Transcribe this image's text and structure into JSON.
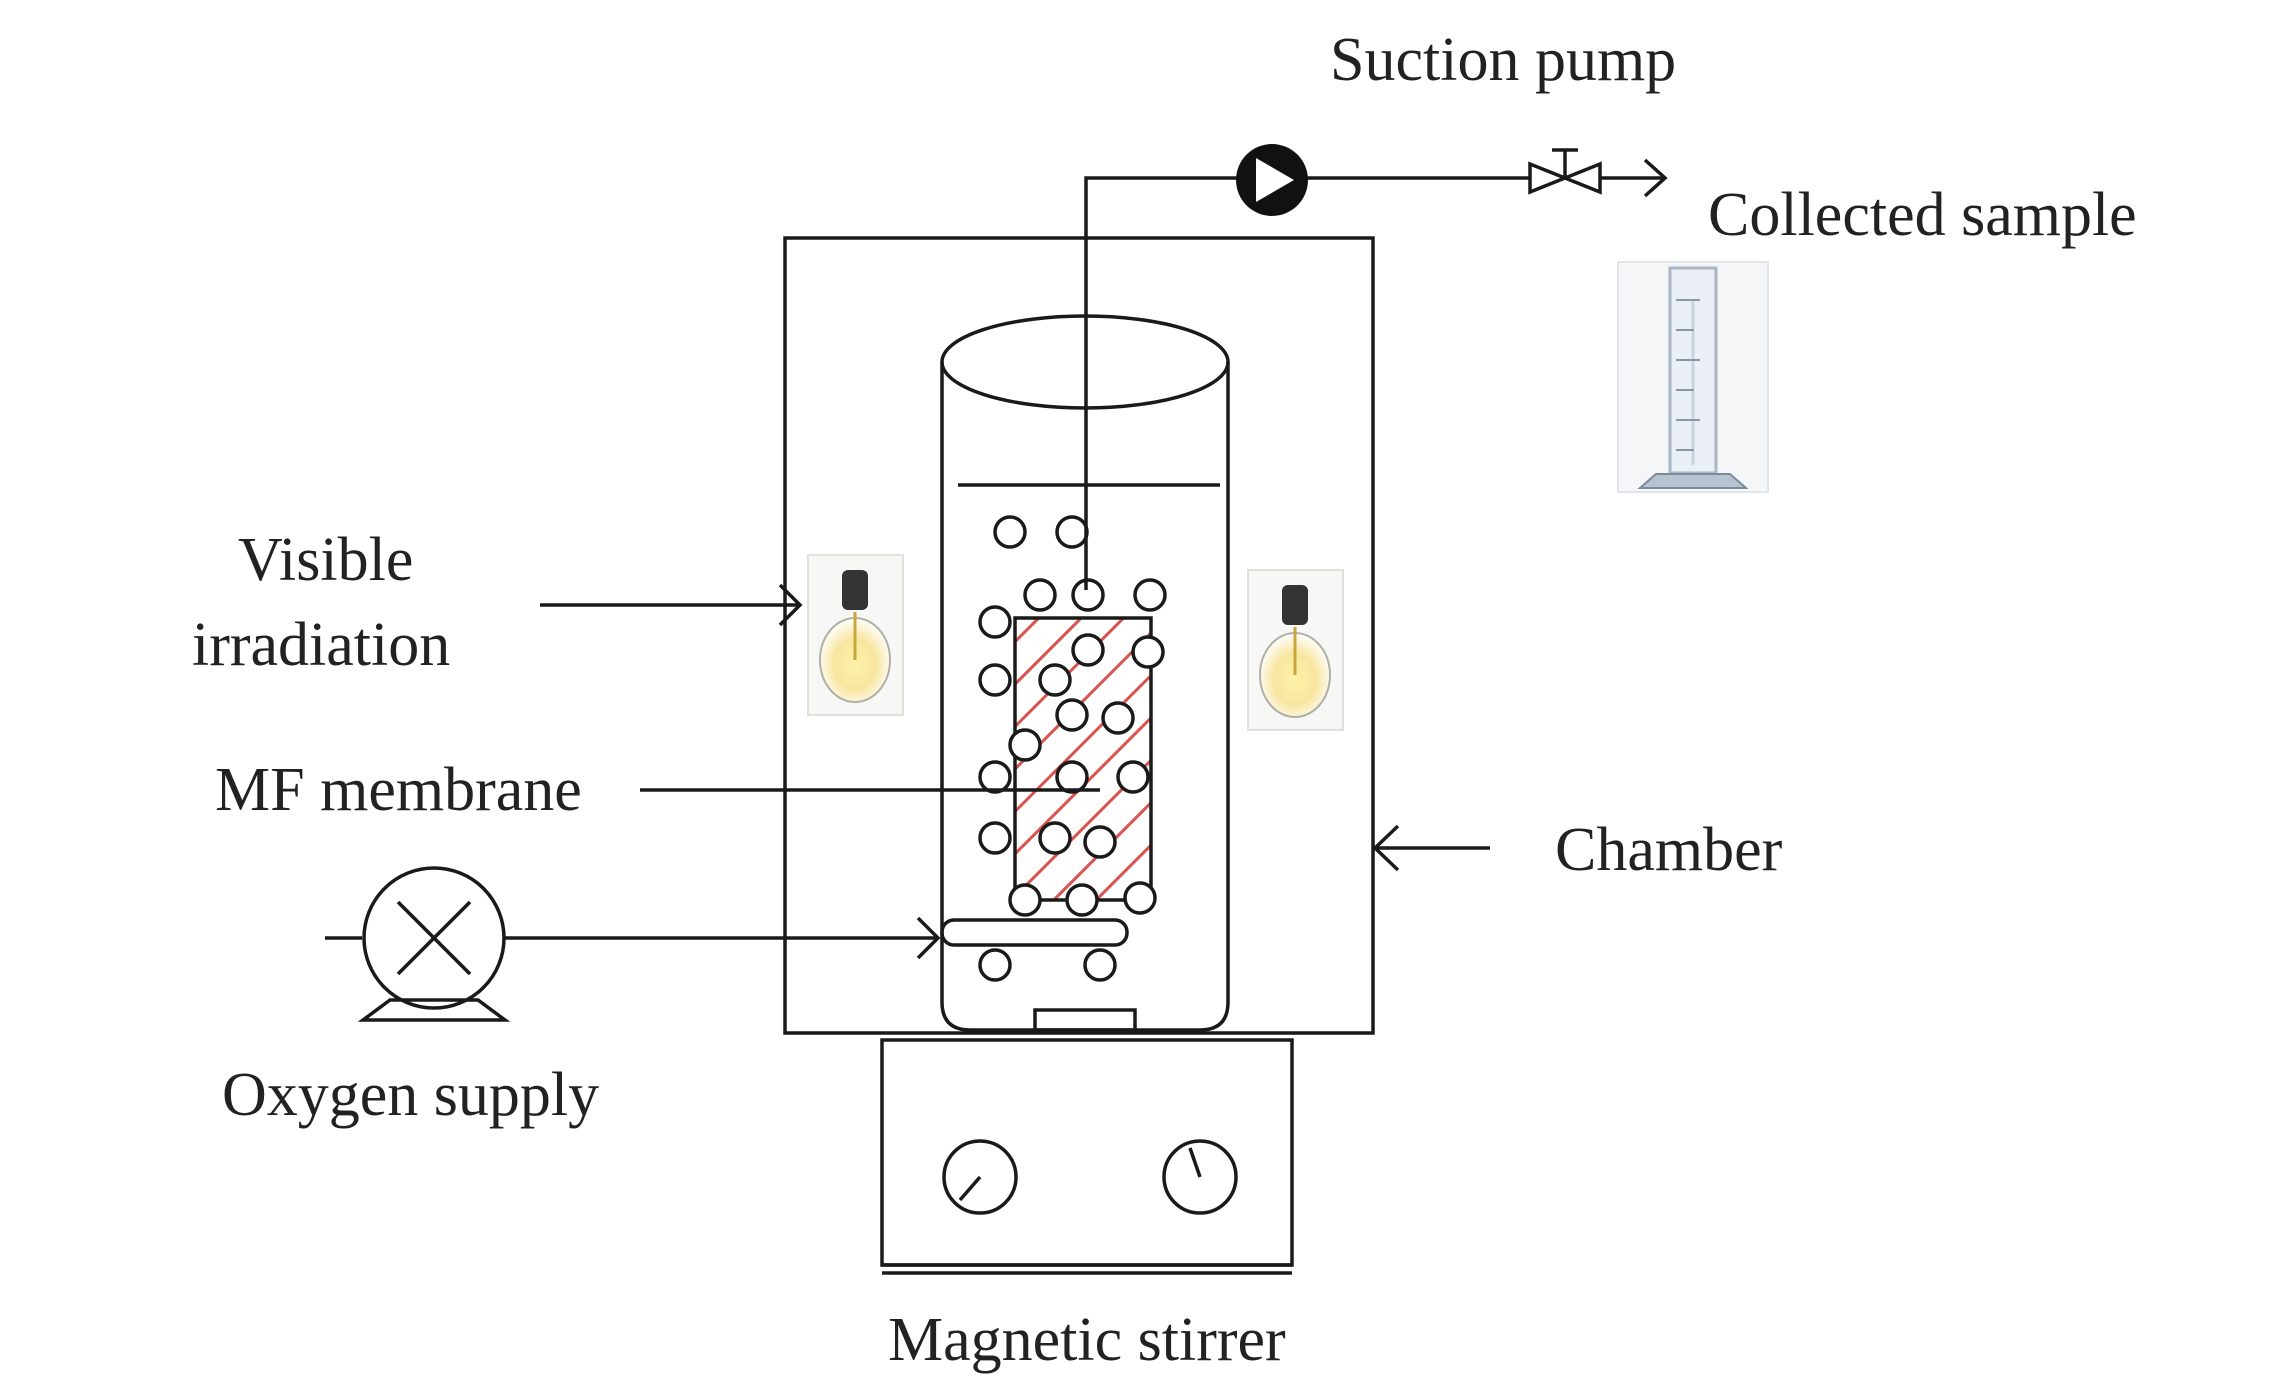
{
  "labels": {
    "suction_pump": "Suction pump",
    "collected_sample": "Collected sample",
    "visible_irradiation_line1": "Visible",
    "visible_irradiation_line2": "irradiation",
    "mf_membrane": "MF membrane",
    "chamber": "Chamber",
    "oxygen_supply": "Oxygen supply",
    "magnetic_stirrer": "Magnetic stirrer"
  },
  "colors": {
    "line": "#1a1a1a",
    "membrane_hatch": "#d9534f",
    "bulb_glow": "#f4c542",
    "cylinder_glass": "#c9d3de"
  },
  "icons": {
    "pump": "pump-icon",
    "valve": "valve-icon",
    "cylinder": "graduated-cylinder-icon",
    "bulb": "light-bulb-icon",
    "blower": "blower-icon",
    "dial": "dial-icon"
  }
}
